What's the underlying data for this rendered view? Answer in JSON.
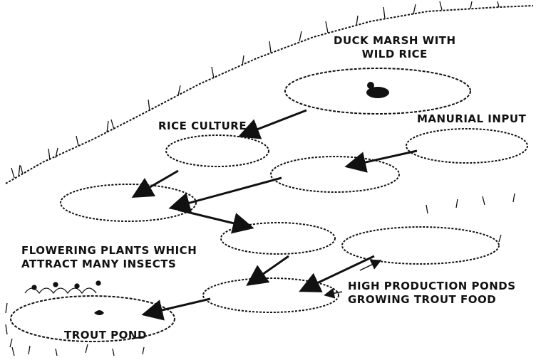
{
  "labels": {
    "duck_marsh": [
      "DUCK MARSH WITH",
      "WILD RICE"
    ],
    "rice_culture": "RICE CULTURE",
    "manurial_input": "MANURIAL INPUT",
    "flowering_plants": [
      "FLOWERING PLANTS WHICH",
      "ATTRACT MANY INSECTS"
    ],
    "high_production": [
      "HIGH PRODUCTION PONDS",
      "GROWING TROUT FOOD"
    ],
    "trout_pond": "TROUT POND"
  },
  "colors": {
    "ink": "#111111",
    "background": "#ffffff"
  }
}
